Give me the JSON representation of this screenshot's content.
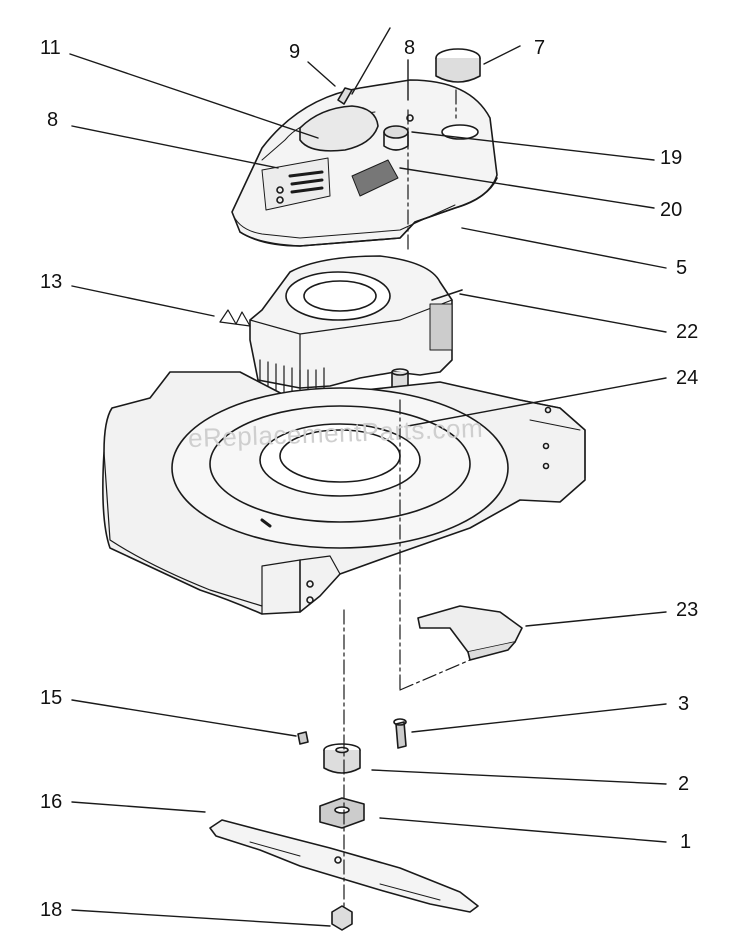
{
  "watermark": "eReplacementParts.com",
  "callouts": [
    {
      "id": "11",
      "label": "11"
    },
    {
      "id": "9",
      "label": "9"
    },
    {
      "id": "8a",
      "label": "8"
    },
    {
      "id": "7",
      "label": "7"
    },
    {
      "id": "8b",
      "label": "8"
    },
    {
      "id": "19",
      "label": "19"
    },
    {
      "id": "20",
      "label": "20"
    },
    {
      "id": "5",
      "label": "5"
    },
    {
      "id": "13",
      "label": "13"
    },
    {
      "id": "22",
      "label": "22"
    },
    {
      "id": "24",
      "label": "24"
    },
    {
      "id": "23",
      "label": "23"
    },
    {
      "id": "15",
      "label": "15"
    },
    {
      "id": "3",
      "label": "3"
    },
    {
      "id": "2",
      "label": "2"
    },
    {
      "id": "16",
      "label": "16"
    },
    {
      "id": "1",
      "label": "1"
    },
    {
      "id": "18",
      "label": "18"
    }
  ]
}
